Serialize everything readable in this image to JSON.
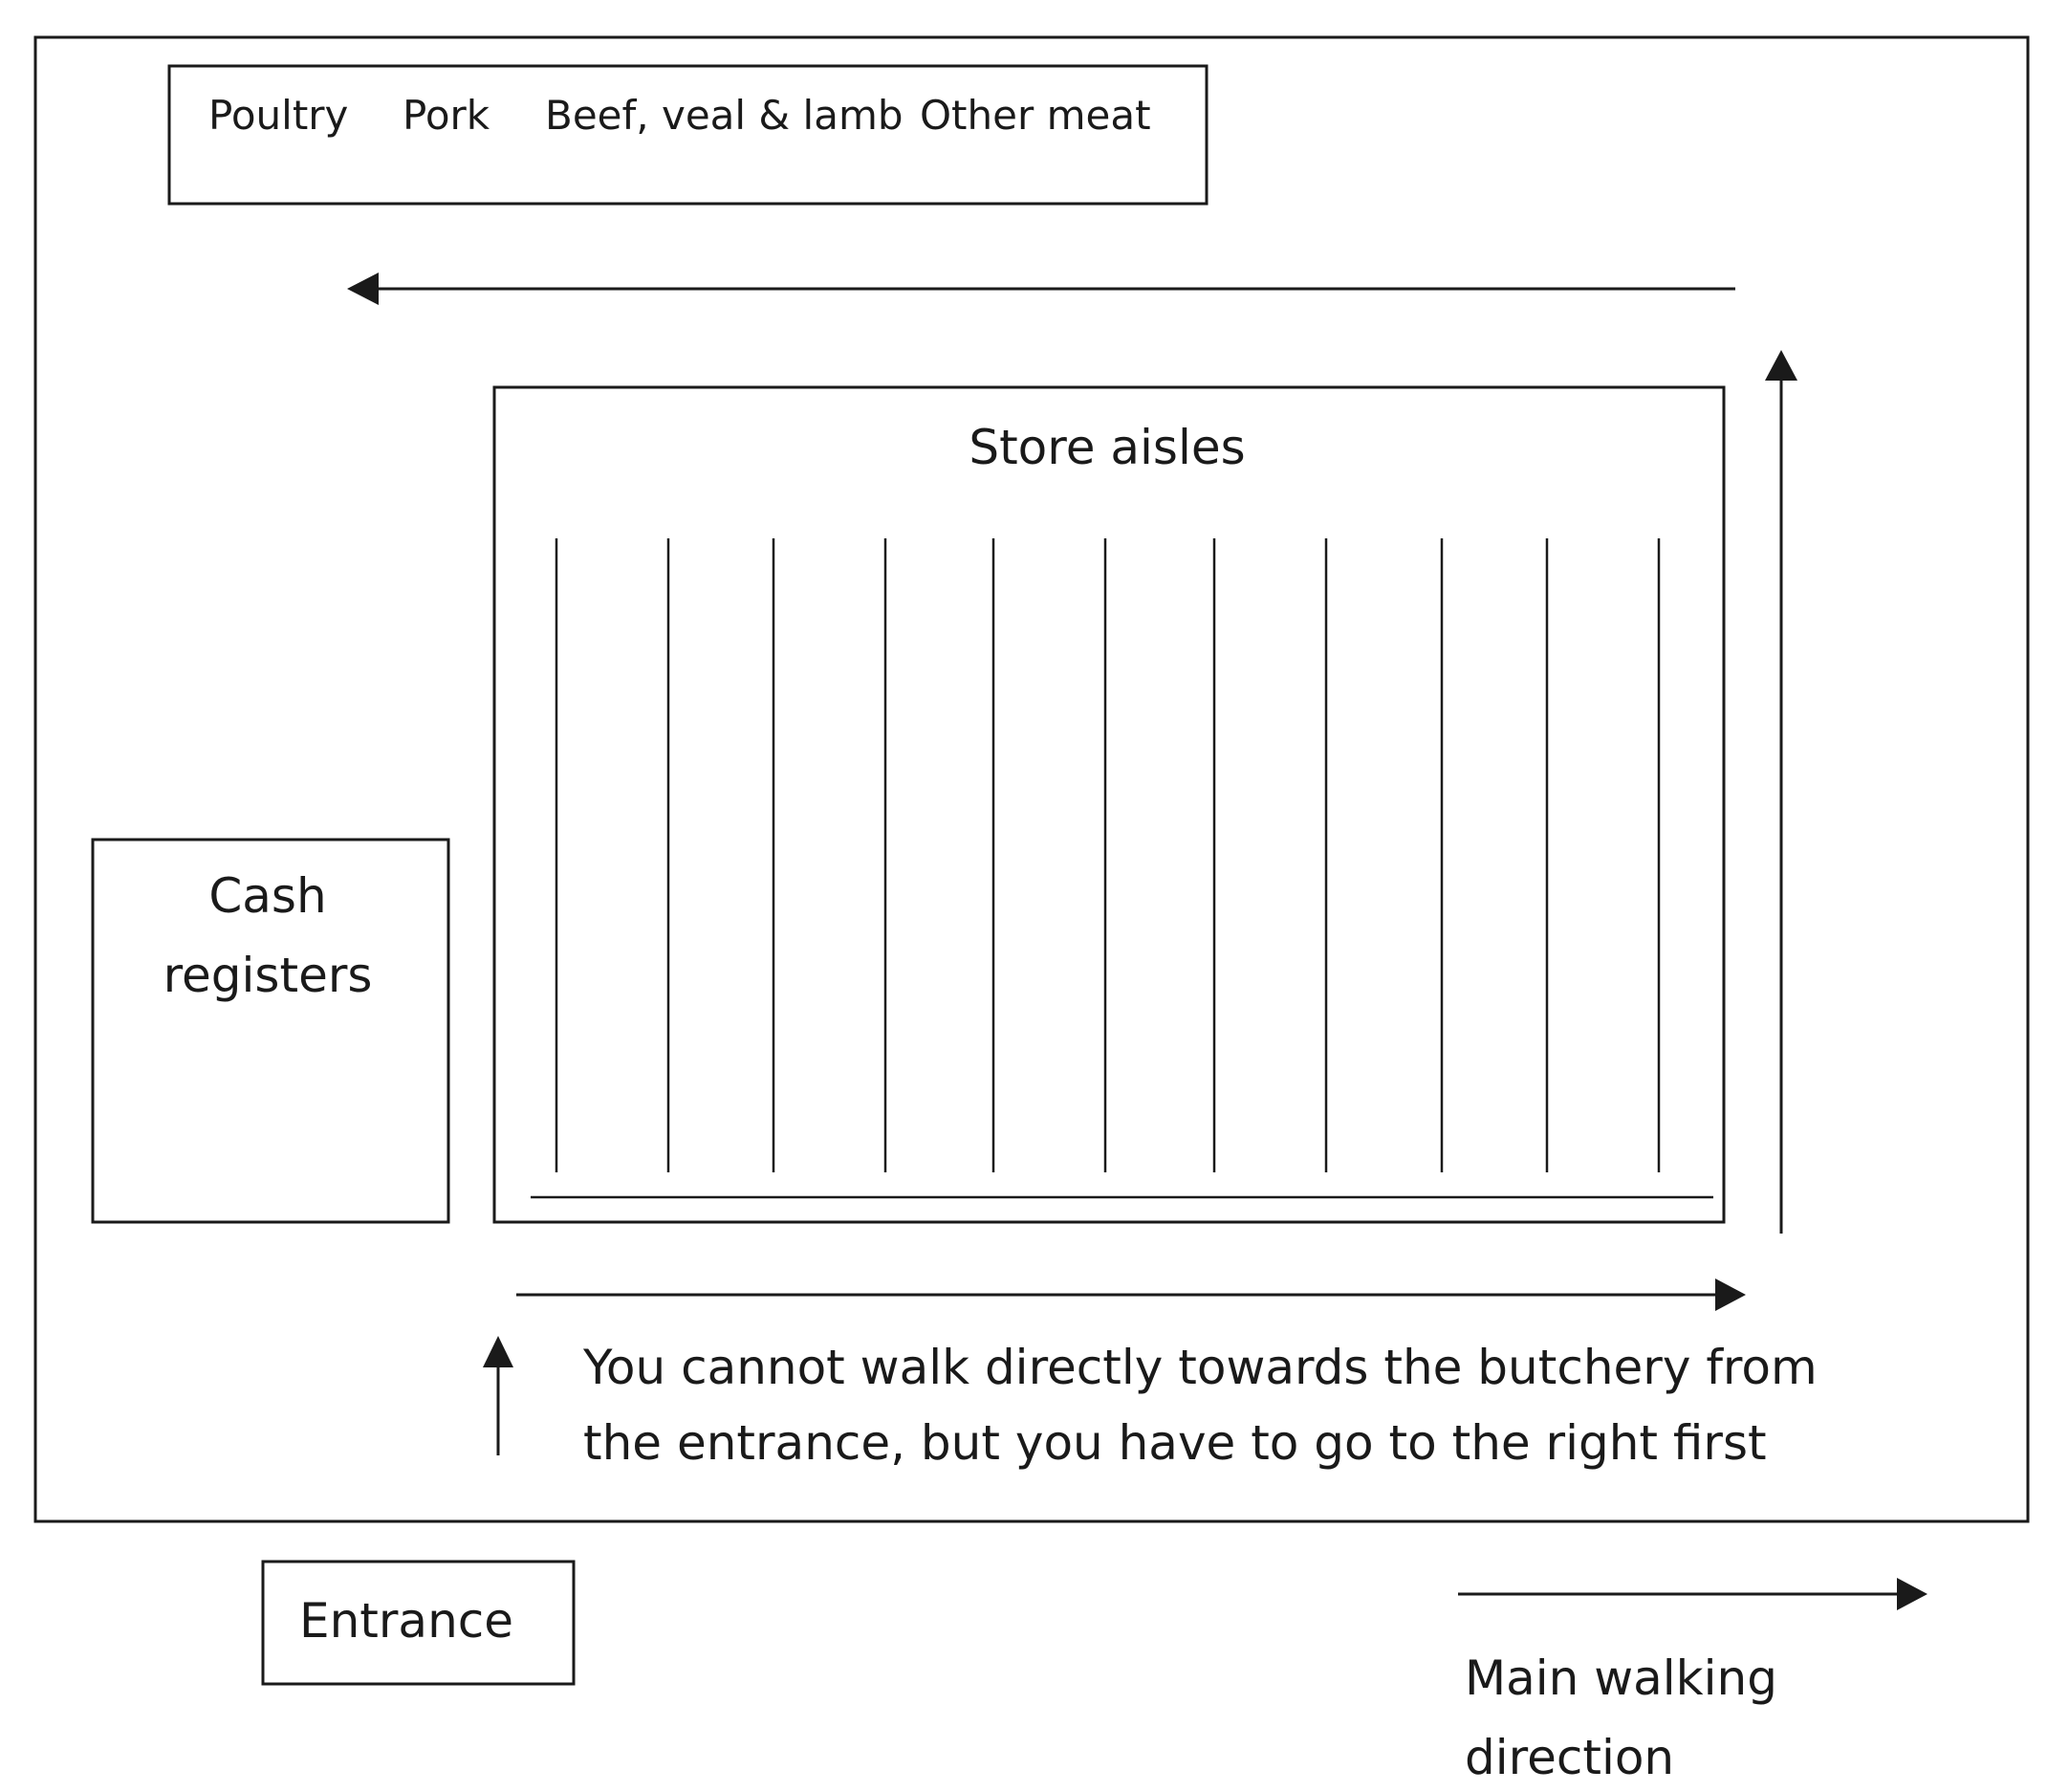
{
  "meat_counter": {
    "sections": [
      "Poultry",
      "Pork",
      "Beef, veal & lamb",
      "Other meat"
    ]
  },
  "store_aisles": {
    "label": "Store aisles"
  },
  "cash_registers": {
    "label_line1": "Cash",
    "label_line2": "registers"
  },
  "note": {
    "line1": "You cannot walk directly towards the butchery from",
    "line2": "the entrance, but you have to go to the right first"
  },
  "entrance": {
    "label": "Entrance"
  },
  "legend": {
    "line1": "Main walking",
    "line2": "direction"
  }
}
